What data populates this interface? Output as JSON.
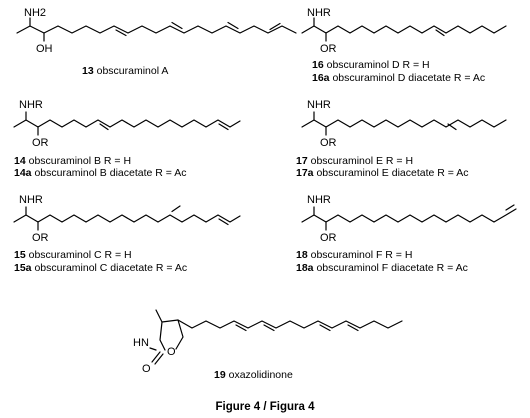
{
  "compounds": [
    {
      "number": "13",
      "caption": " obscuraminol A",
      "labels": {
        "amine": "NH2",
        "oxy": "OH"
      }
    },
    {
      "number": "16",
      "caption": " obscuraminol D  R = H",
      "acetate_number": "16a",
      "acetate_caption": " obscuraminol D diacetate R = Ac",
      "labels": {
        "amine": "NHR",
        "oxy": "OR"
      }
    },
    {
      "number": "14",
      "caption": " obscuraminol B  R = H",
      "acetate_number": "14a",
      "acetate_caption": " obscuraminol B diacetate R = Ac",
      "labels": {
        "amine": "NHR",
        "oxy": "OR"
      }
    },
    {
      "number": "17",
      "caption": " obscuraminol E  R = H",
      "acetate_number": "17a",
      "acetate_caption": " obscuraminol E diacetate R = Ac",
      "labels": {
        "amine": "NHR",
        "oxy": "OR"
      }
    },
    {
      "number": "15",
      "caption": " obscuraminol C  R = H",
      "acetate_number": "15a",
      "acetate_caption": " obscuraminol C diacetate R = Ac",
      "labels": {
        "amine": "NHR",
        "oxy": "OR"
      }
    },
    {
      "number": "18",
      "caption": " obscuraminol F  R = H",
      "acetate_number": "18a",
      "acetate_caption": " obscuraminol F diacetate R = Ac",
      "labels": {
        "amine": "NHR",
        "oxy": "OR"
      }
    },
    {
      "number": "19",
      "caption": " oxazolidinone",
      "labels": {
        "hn": "HN",
        "ring_o": "O",
        "carbonyl_o": "O"
      }
    }
  ],
  "figure_title": "Figure 4 / Figura 4"
}
